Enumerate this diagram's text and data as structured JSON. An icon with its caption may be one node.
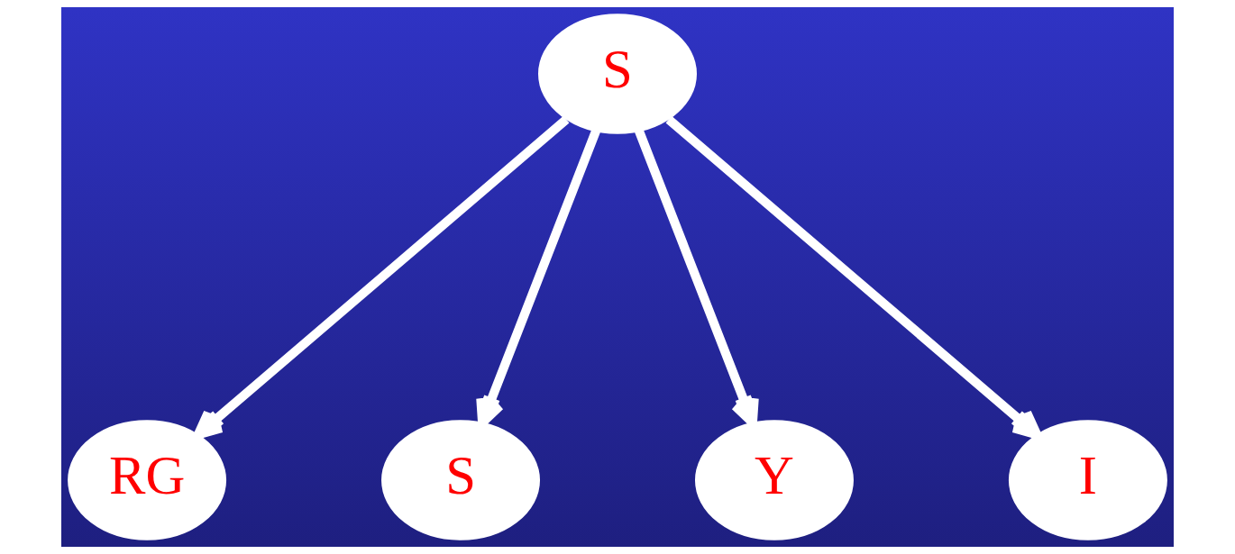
{
  "diagram": {
    "nodes": [
      {
        "text": [
          "S"
        ]
      },
      {
        "text": [
          "RG"
        ]
      },
      {
        "text": [
          "S"
        ]
      },
      {
        "text": [
          "Y"
        ]
      },
      {
        "text": [
          "I"
        ]
      }
    ],
    "edges": [
      {
        "from": 0,
        "to": 1,
        "arrow": "to"
      },
      {
        "from": 0,
        "to": 2,
        "arrow": "to"
      },
      {
        "from": 0,
        "to": 3,
        "arrow": "to"
      },
      {
        "from": 0,
        "to": 4,
        "arrow": "to"
      }
    ]
  }
}
